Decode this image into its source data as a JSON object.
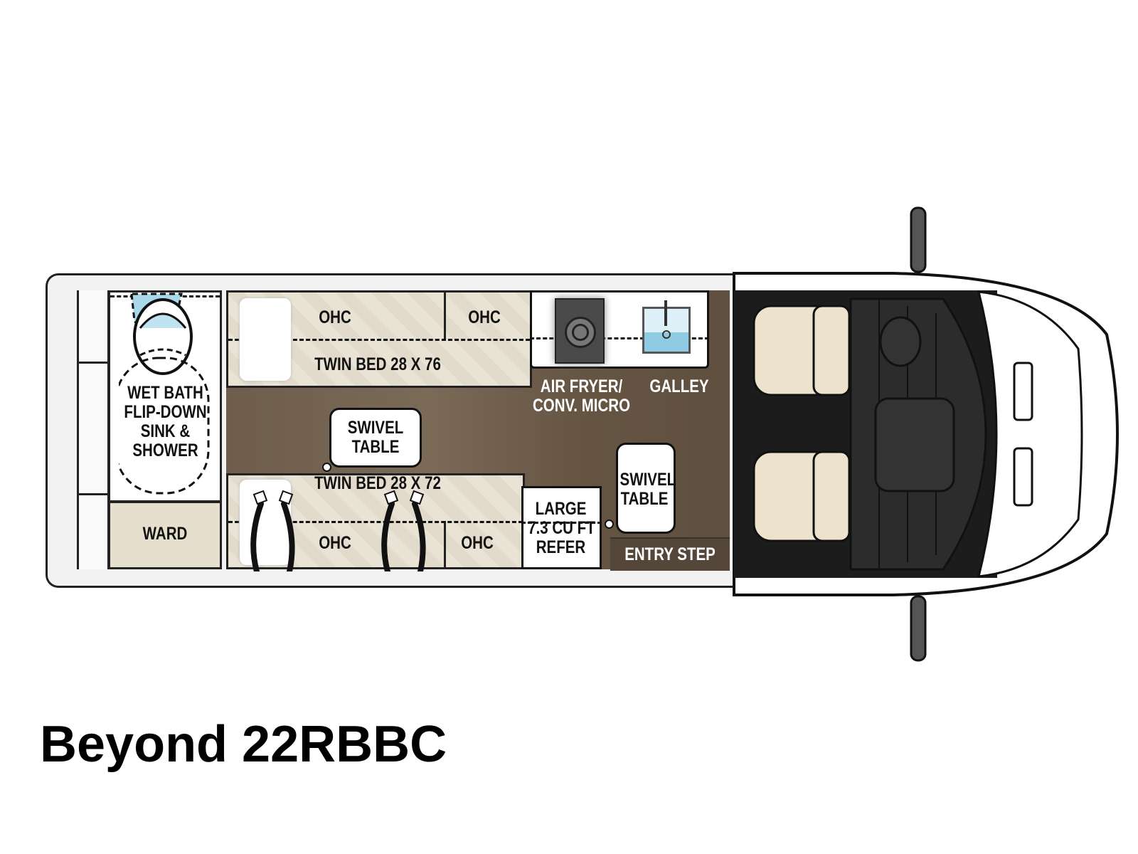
{
  "title": "Beyond 22RBBC",
  "rooms": {
    "wet_bath": [
      "WET BATH",
      "FLIP-DOWN",
      "SINK &",
      "SHOWER"
    ],
    "ward": "WARD",
    "ohc_upper_left": "OHC",
    "ohc_upper_right": "OHC",
    "twin_bed_upper": "TWIN BED 28 X 76",
    "twin_bed_lower": "TWIN BED 28 X 72",
    "ohc_lower_left": "OHC",
    "ohc_lower_right": "OHC",
    "swivel_table_1": [
      "SWIVEL",
      "TABLE"
    ],
    "swivel_table_2": [
      "SWIVEL",
      "TABLE"
    ],
    "air_fryer": [
      "AIR FRYER/",
      "CONV. MICRO"
    ],
    "galley": "GALLEY",
    "refer": [
      "LARGE",
      "7.3 CU FT",
      "REFER"
    ],
    "entry_step": "ENTRY STEP"
  },
  "colors": {
    "floor": "#6e5d4b",
    "bed": "#e9e3d6",
    "seat": "#ede3cc",
    "cab": "#1c1c1c",
    "water": "#a8d8ea"
  }
}
